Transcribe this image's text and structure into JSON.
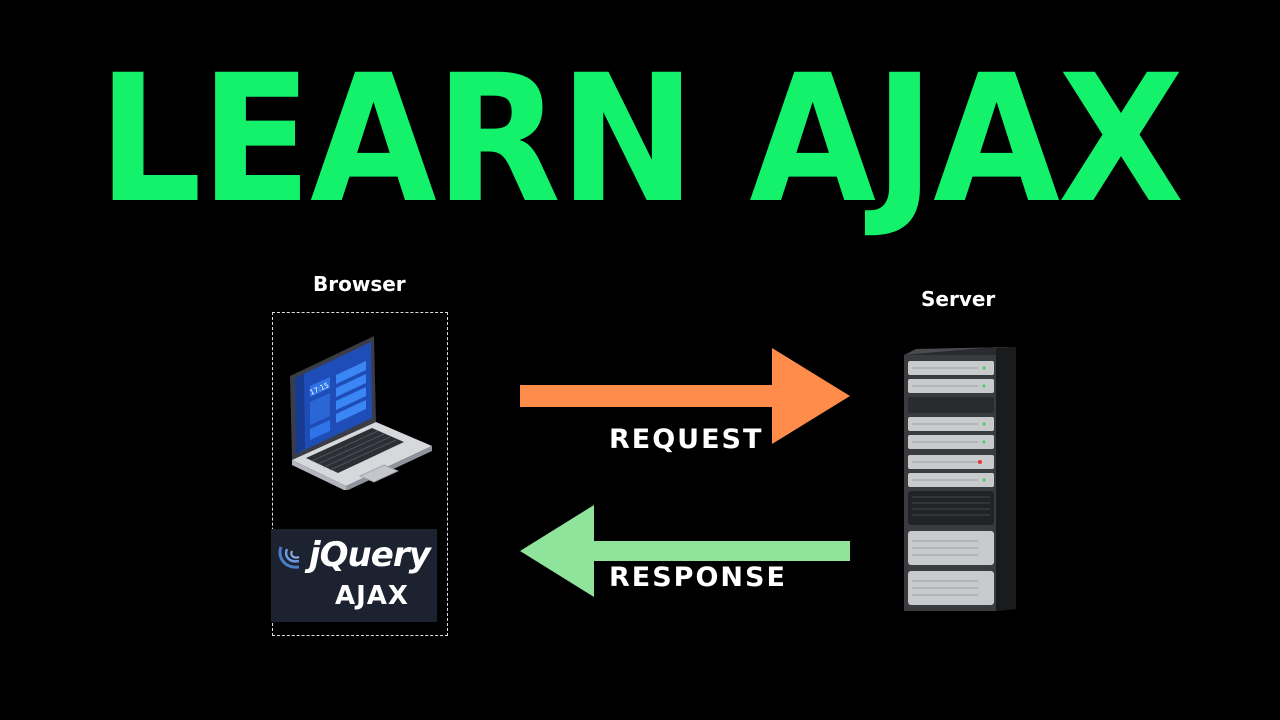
{
  "title": "LEARN AJAX",
  "browser": {
    "label": "Browser",
    "laptop_clock": "17:15",
    "library_name": "jQuery",
    "library_sub": "AJAX"
  },
  "server": {
    "label": "Server"
  },
  "request": {
    "label": "REQUEST",
    "color": "#ff8c4a"
  },
  "response": {
    "label": "RESPONSE",
    "color": "#8fe39a"
  },
  "colors": {
    "title": "#14f26b",
    "background": "#000000"
  }
}
